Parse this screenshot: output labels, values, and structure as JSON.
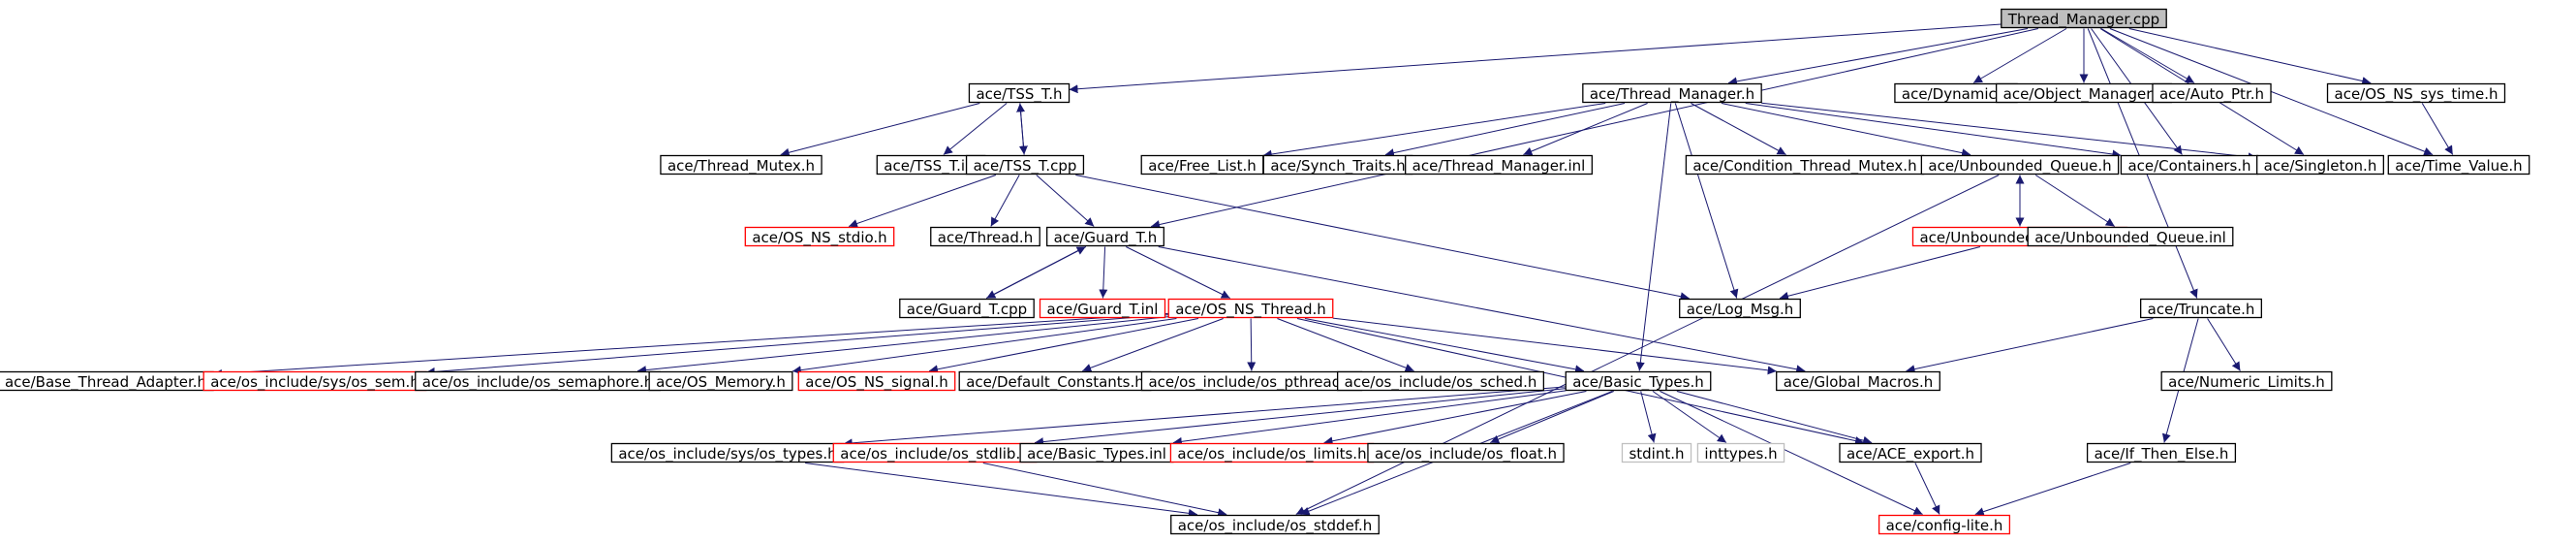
{
  "colors": {
    "edge": "#191970",
    "node_border": "#000000",
    "missing_border": "#ff0000",
    "system_border": "#bfbfbf",
    "root_fill": "#bfbfbf",
    "node_fill": "#ffffff"
  },
  "nodes": [
    {
      "id": "root",
      "label": "Thread_Manager.cpp",
      "kind": "root"
    },
    {
      "id": "tss_t_h",
      "label": "ace/TSS_T.h",
      "kind": "normal"
    },
    {
      "id": "thread_manager_h",
      "label": "ace/Thread_Manager.h",
      "kind": "normal"
    },
    {
      "id": "dynamic_h",
      "label": "ace/Dynamic.h",
      "kind": "normal"
    },
    {
      "id": "object_manager_h",
      "label": "ace/Object_Manager.h",
      "kind": "normal"
    },
    {
      "id": "auto_ptr_h",
      "label": "ace/Auto_Ptr.h",
      "kind": "normal"
    },
    {
      "id": "os_ns_sys_time_h",
      "label": "ace/OS_NS_sys_time.h",
      "kind": "normal"
    },
    {
      "id": "thread_mutex_h",
      "label": "ace/Thread_Mutex.h",
      "kind": "normal"
    },
    {
      "id": "tss_t_inl",
      "label": "ace/TSS_T.inl",
      "kind": "normal"
    },
    {
      "id": "tss_t_cpp",
      "label": "ace/TSS_T.cpp",
      "kind": "normal"
    },
    {
      "id": "free_list_h",
      "label": "ace/Free_List.h",
      "kind": "normal"
    },
    {
      "id": "synch_traits_h",
      "label": "ace/Synch_Traits.h",
      "kind": "normal"
    },
    {
      "id": "thread_manager_inl",
      "label": "ace/Thread_Manager.inl",
      "kind": "normal"
    },
    {
      "id": "condition_thread_mutex_h",
      "label": "ace/Condition_Thread_Mutex.h",
      "kind": "normal"
    },
    {
      "id": "unbounded_queue_h",
      "label": "ace/Unbounded_Queue.h",
      "kind": "normal"
    },
    {
      "id": "containers_h",
      "label": "ace/Containers.h",
      "kind": "normal"
    },
    {
      "id": "singleton_h",
      "label": "ace/Singleton.h",
      "kind": "normal"
    },
    {
      "id": "time_value_h",
      "label": "ace/Time_Value.h",
      "kind": "normal"
    },
    {
      "id": "os_ns_stdio_h",
      "label": "ace/OS_NS_stdio.h",
      "kind": "missing"
    },
    {
      "id": "thread_h",
      "label": "ace/Thread.h",
      "kind": "normal"
    },
    {
      "id": "guard_t_h",
      "label": "ace/Guard_T.h",
      "kind": "normal"
    },
    {
      "id": "unbounded_queue_cpp",
      "label": "ace/Unbounded_Queue.cpp",
      "kind": "missing"
    },
    {
      "id": "unbounded_queue_inl",
      "label": "ace/Unbounded_Queue.inl",
      "kind": "normal"
    },
    {
      "id": "guard_t_cpp",
      "label": "ace/Guard_T.cpp",
      "kind": "normal"
    },
    {
      "id": "guard_t_inl",
      "label": "ace/Guard_T.inl",
      "kind": "missing"
    },
    {
      "id": "os_ns_thread_h",
      "label": "ace/OS_NS_Thread.h",
      "kind": "missing"
    },
    {
      "id": "log_msg_h",
      "label": "ace/Log_Msg.h",
      "kind": "normal"
    },
    {
      "id": "truncate_h",
      "label": "ace/Truncate.h",
      "kind": "normal"
    },
    {
      "id": "base_thread_adapter_h",
      "label": "ace/Base_Thread_Adapter.h",
      "kind": "normal"
    },
    {
      "id": "os_sem_h",
      "label": "ace/os_include/sys/os_sem.h",
      "kind": "missing"
    },
    {
      "id": "os_semaphore_h",
      "label": "ace/os_include/os_semaphore.h",
      "kind": "normal"
    },
    {
      "id": "os_memory_h",
      "label": "ace/OS_Memory.h",
      "kind": "normal"
    },
    {
      "id": "os_ns_signal_h",
      "label": "ace/OS_NS_signal.h",
      "kind": "missing"
    },
    {
      "id": "default_constants_h",
      "label": "ace/Default_Constants.h",
      "kind": "normal"
    },
    {
      "id": "os_pthread_h",
      "label": "ace/os_include/os_pthread.h",
      "kind": "normal"
    },
    {
      "id": "os_sched_h",
      "label": "ace/os_include/os_sched.h",
      "kind": "normal"
    },
    {
      "id": "basic_types_h",
      "label": "ace/Basic_Types.h",
      "kind": "normal"
    },
    {
      "id": "global_macros_h",
      "label": "ace/Global_Macros.h",
      "kind": "normal"
    },
    {
      "id": "numeric_limits_h",
      "label": "ace/Numeric_Limits.h",
      "kind": "normal"
    },
    {
      "id": "os_types_h",
      "label": "ace/os_include/sys/os_types.h",
      "kind": "normal"
    },
    {
      "id": "os_stdlib_h",
      "label": "ace/os_include/os_stdlib.h",
      "kind": "missing"
    },
    {
      "id": "basic_types_inl",
      "label": "ace/Basic_Types.inl",
      "kind": "normal"
    },
    {
      "id": "os_limits_h",
      "label": "ace/os_include/os_limits.h",
      "kind": "missing"
    },
    {
      "id": "os_float_h",
      "label": "ace/os_include/os_float.h",
      "kind": "normal"
    },
    {
      "id": "stdint_h",
      "label": "stdint.h",
      "kind": "system"
    },
    {
      "id": "inttypes_h",
      "label": "inttypes.h",
      "kind": "system"
    },
    {
      "id": "ace_export_h",
      "label": "ace/ACE_export.h",
      "kind": "normal"
    },
    {
      "id": "if_then_else_h",
      "label": "ace/If_Then_Else.h",
      "kind": "normal"
    },
    {
      "id": "os_stddef_h",
      "label": "ace/os_include/os_stddef.h",
      "kind": "normal"
    },
    {
      "id": "config_lite_h",
      "label": "ace/config-lite.h",
      "kind": "missing"
    }
  ],
  "edges": [
    [
      "root",
      "tss_t_h"
    ],
    [
      "root",
      "thread_manager_h"
    ],
    [
      "root",
      "dynamic_h"
    ],
    [
      "root",
      "object_manager_h"
    ],
    [
      "root",
      "auto_ptr_h"
    ],
    [
      "root",
      "os_ns_sys_time_h"
    ],
    [
      "root",
      "guard_t_h"
    ],
    [
      "root",
      "containers_h"
    ],
    [
      "root",
      "singleton_h"
    ],
    [
      "root",
      "time_value_h"
    ],
    [
      "root",
      "truncate_h"
    ],
    [
      "tss_t_h",
      "thread_mutex_h"
    ],
    [
      "tss_t_h",
      "tss_t_inl"
    ],
    [
      "tss_t_h",
      "tss_t_cpp"
    ],
    [
      "tss_t_cpp",
      "tss_t_h"
    ],
    [
      "tss_t_cpp",
      "os_ns_stdio_h"
    ],
    [
      "tss_t_cpp",
      "thread_h"
    ],
    [
      "tss_t_cpp",
      "guard_t_h"
    ],
    [
      "tss_t_cpp",
      "log_msg_h"
    ],
    [
      "thread_manager_h",
      "free_list_h"
    ],
    [
      "thread_manager_h",
      "synch_traits_h"
    ],
    [
      "thread_manager_h",
      "thread_manager_inl"
    ],
    [
      "thread_manager_h",
      "condition_thread_mutex_h"
    ],
    [
      "thread_manager_h",
      "unbounded_queue_h"
    ],
    [
      "thread_manager_h",
      "containers_h"
    ],
    [
      "thread_manager_h",
      "singleton_h"
    ],
    [
      "thread_manager_h",
      "log_msg_h"
    ],
    [
      "thread_manager_h",
      "basic_types_h"
    ],
    [
      "os_ns_sys_time_h",
      "time_value_h"
    ],
    [
      "unbounded_queue_h",
      "unbounded_queue_cpp"
    ],
    [
      "unbounded_queue_cpp",
      "unbounded_queue_h"
    ],
    [
      "unbounded_queue_h",
      "unbounded_queue_inl"
    ],
    [
      "unbounded_queue_h",
      "os_stddef_h"
    ],
    [
      "unbounded_queue_cpp",
      "log_msg_h"
    ],
    [
      "guard_t_h",
      "guard_t_cpp"
    ],
    [
      "guard_t_cpp",
      "guard_t_h"
    ],
    [
      "guard_t_h",
      "guard_t_inl"
    ],
    [
      "guard_t_h",
      "os_ns_thread_h"
    ],
    [
      "guard_t_h",
      "global_macros_h"
    ],
    [
      "os_ns_thread_h",
      "base_thread_adapter_h"
    ],
    [
      "os_ns_thread_h",
      "os_sem_h"
    ],
    [
      "os_ns_thread_h",
      "os_semaphore_h"
    ],
    [
      "os_ns_thread_h",
      "os_memory_h"
    ],
    [
      "os_ns_thread_h",
      "os_ns_signal_h"
    ],
    [
      "os_ns_thread_h",
      "default_constants_h"
    ],
    [
      "os_ns_thread_h",
      "os_pthread_h"
    ],
    [
      "os_ns_thread_h",
      "os_sched_h"
    ],
    [
      "os_ns_thread_h",
      "basic_types_h"
    ],
    [
      "os_ns_thread_h",
      "global_macros_h"
    ],
    [
      "os_ns_thread_h",
      "ace_export_h"
    ],
    [
      "truncate_h",
      "global_macros_h"
    ],
    [
      "truncate_h",
      "numeric_limits_h"
    ],
    [
      "truncate_h",
      "if_then_else_h"
    ],
    [
      "basic_types_h",
      "os_types_h"
    ],
    [
      "basic_types_h",
      "os_stdlib_h"
    ],
    [
      "basic_types_h",
      "basic_types_inl"
    ],
    [
      "basic_types_h",
      "os_limits_h"
    ],
    [
      "basic_types_h",
      "os_float_h"
    ],
    [
      "basic_types_h",
      "stdint_h"
    ],
    [
      "basic_types_h",
      "inttypes_h"
    ],
    [
      "basic_types_h",
      "ace_export_h"
    ],
    [
      "basic_types_h",
      "config_lite_h"
    ],
    [
      "basic_types_h",
      "os_stddef_h"
    ],
    [
      "os_types_h",
      "os_stddef_h"
    ],
    [
      "os_stdlib_h",
      "os_stddef_h"
    ],
    [
      "ace_export_h",
      "config_lite_h"
    ],
    [
      "if_then_else_h",
      "config_lite_h"
    ]
  ]
}
